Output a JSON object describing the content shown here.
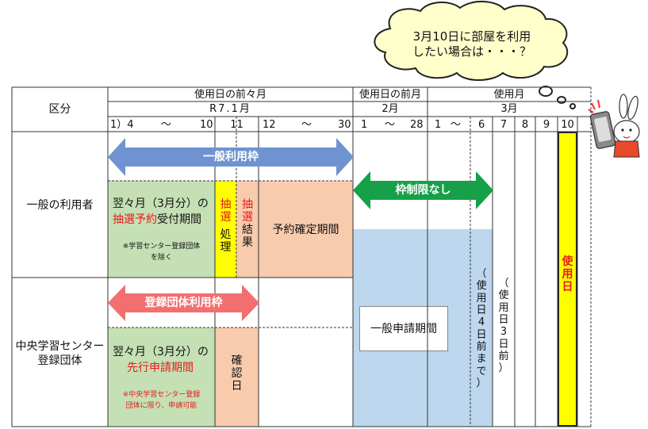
{
  "bubble": {
    "line1": "3月10日に部屋を利用",
    "line2": "したい場合は・・・？"
  },
  "header": {
    "category_label": "区分",
    "period_prev2": "使用日の前々月",
    "period_prev1": "使用日の前月",
    "period_use": "使用月",
    "month_prev2": "R7.1月",
    "month_prev1": "2月",
    "month_use": "3月",
    "days": {
      "d1": "1）4",
      "tilde1": "～",
      "d10": "10",
      "d11": "11",
      "d12": "12",
      "tilde2": "～",
      "d30": "30",
      "f1": "1",
      "tilde3": "～",
      "f28": "28",
      "m1": "1",
      "tilde4": "～",
      "m6": "6",
      "m7": "7",
      "m8": "8",
      "m9": "9",
      "m10": "10"
    }
  },
  "rows": {
    "general": "一般の利用者",
    "center_line1": "中央学習センター",
    "center_line2": "登録団体"
  },
  "arrows": {
    "general_quota": "一般利用枠",
    "no_limit": "枠制限なし",
    "group_quota": "登録団体利用枠"
  },
  "cells": {
    "lottery_line1": "翌々月（3月分）の",
    "lottery_red": "抽選予約",
    "lottery_black": "受付期間",
    "lottery_note1": "※学習センター登録団体",
    "lottery_note2": "を除く",
    "lottery_proc_red": [
      "抽",
      "選"
    ],
    "lottery_proc_black": [
      "処",
      "理"
    ],
    "lottery_result_red": [
      "抽",
      "選"
    ],
    "lottery_result_black": [
      "結",
      "果"
    ],
    "confirm_period": "予約確定期間",
    "general_apply": "一般申請期間",
    "deadline4": [
      "（",
      "使",
      "用",
      "日",
      "4",
      "日",
      "前",
      "ま",
      "で",
      "）"
    ],
    "deadline3": [
      "（",
      "使",
      "用",
      "日",
      "3",
      "日",
      "前",
      "）"
    ],
    "use_day": [
      "使",
      "用",
      "日"
    ],
    "advance_line1": "翌々月（3月分）の",
    "advance_red": "先行申請期間",
    "advance_note1": "※中央学習センター登録",
    "advance_note2": "団体に限り、申請可能",
    "confirm_day": [
      "確",
      "認",
      "日"
    ]
  },
  "colors": {
    "green": "#c5e0b4",
    "yellow": "#ffff00",
    "orange": "#f8cbad",
    "blue": "#bdd7ee",
    "arrow_blue": "#6f93d1",
    "arrow_green": "#16a04a",
    "arrow_red": "#f36f6f",
    "bubble": "#ffffcc"
  }
}
